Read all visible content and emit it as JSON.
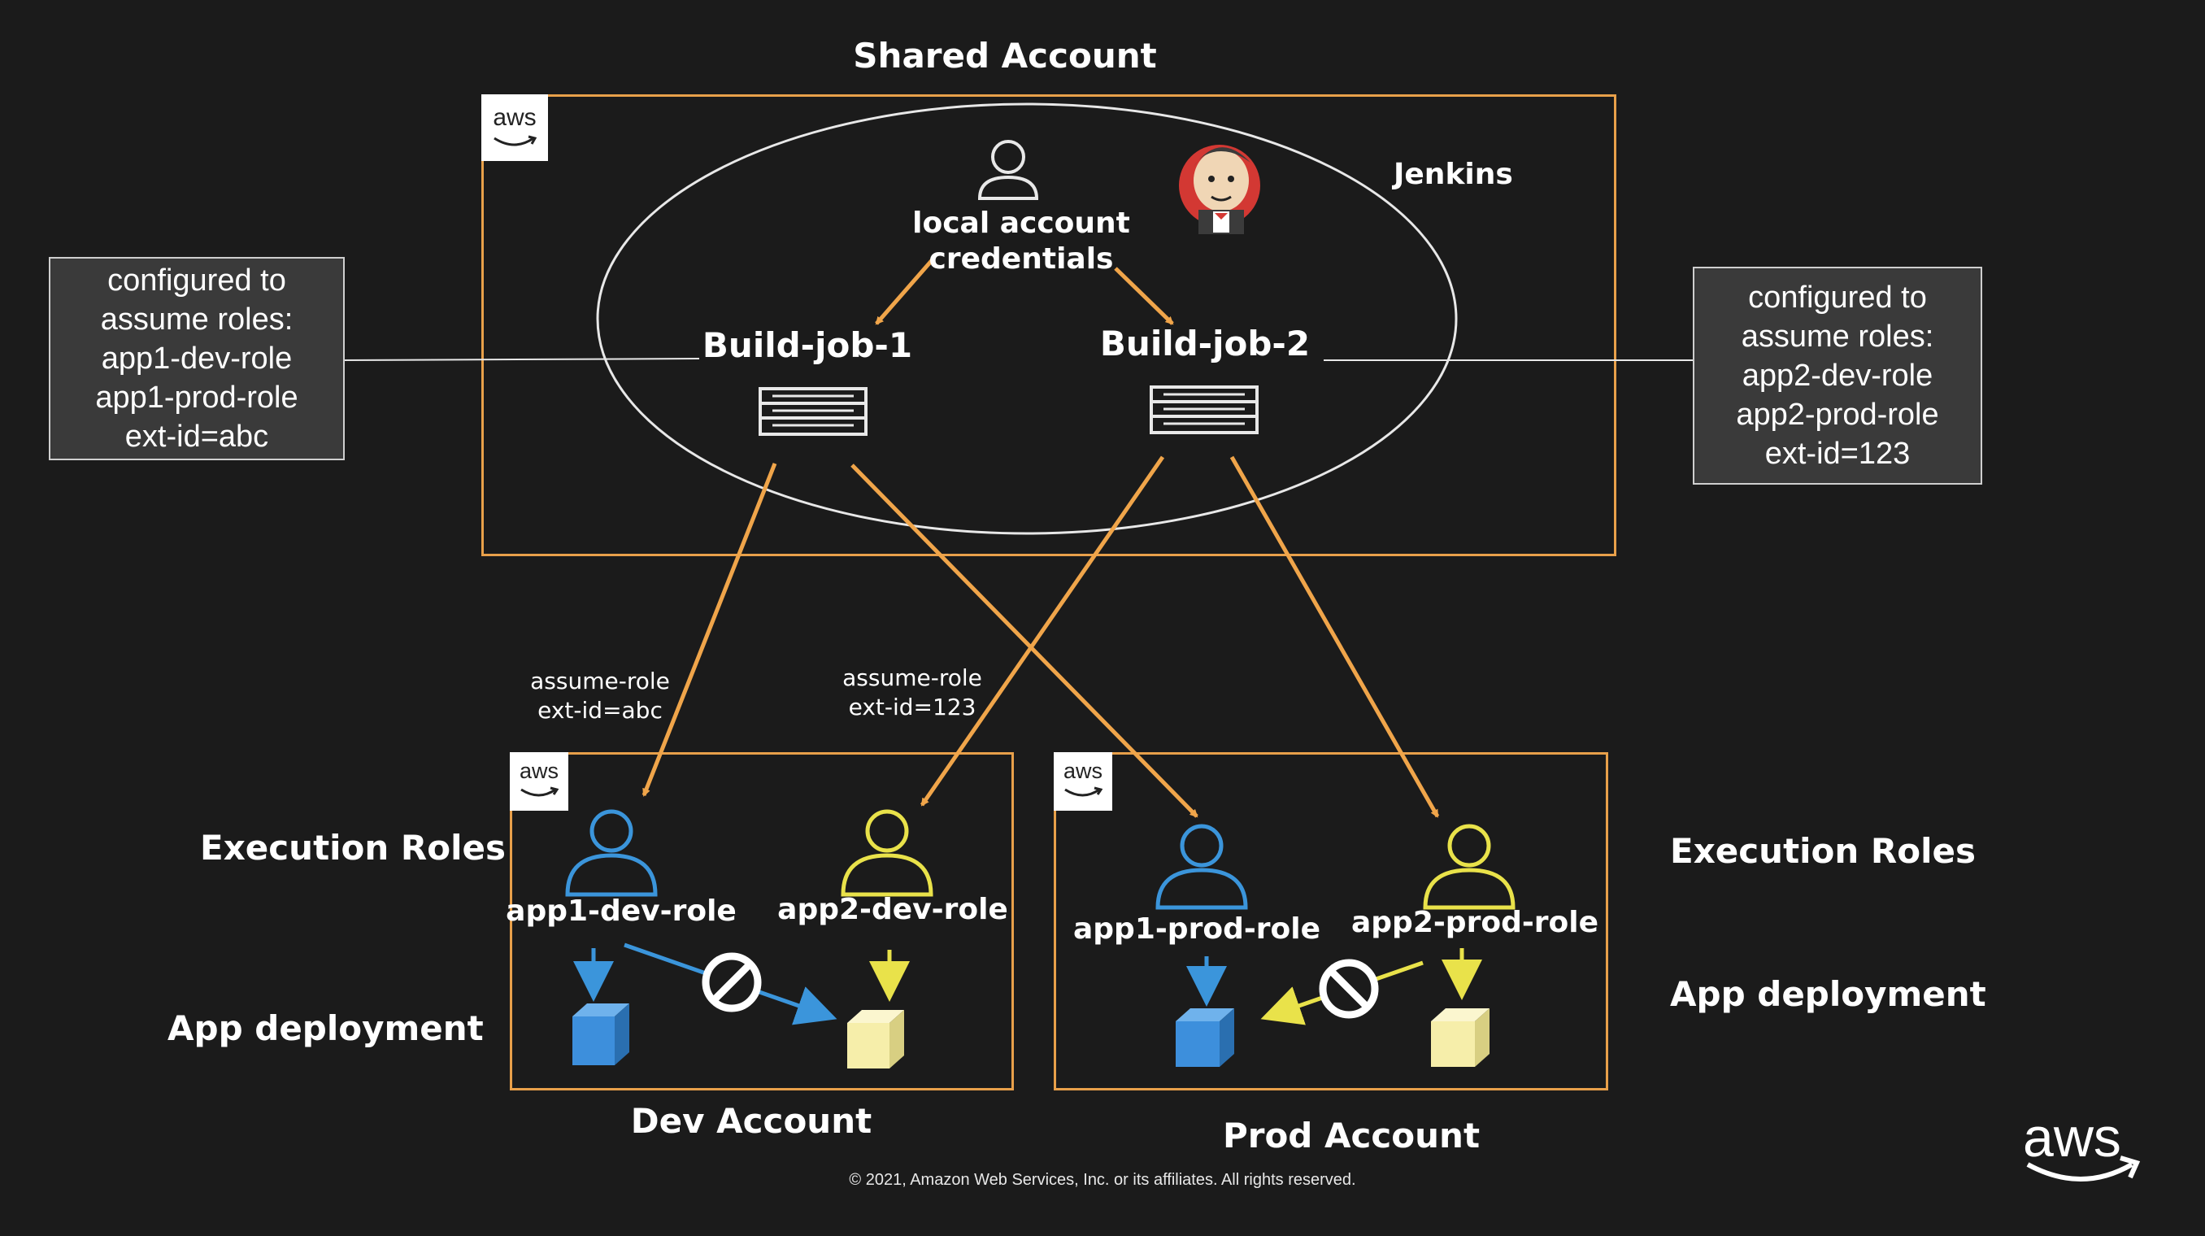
{
  "shared_account": {
    "title": "Shared Account",
    "jenkins_label": "Jenkins",
    "credentials_label_line1": "local account",
    "credentials_label_line2": "credentials",
    "build_job_1": "Build-job-1",
    "build_job_2": "Build-job-2"
  },
  "notes": {
    "left": [
      "configured to",
      "assume roles:",
      "app1-dev-role",
      "app1-prod-role",
      "ext-id=abc"
    ],
    "right": [
      "configured to",
      "assume roles:",
      "app2-dev-role",
      "app2-prod-role",
      "ext-id=123"
    ]
  },
  "edge_labels": {
    "left_line1": "assume-role",
    "left_line2": "ext-id=abc",
    "right_line1": "assume-role",
    "right_line2": "ext-id=123"
  },
  "side_labels": {
    "execution_roles_left": "Execution Roles",
    "app_deployment_left": "App deployment",
    "execution_roles_right": "Execution Roles",
    "app_deployment_right": "App deployment"
  },
  "dev_account": {
    "title": "Dev Account",
    "role_1": "app1-dev-role",
    "role_2": "app2-dev-role"
  },
  "prod_account": {
    "title": "Prod Account",
    "role_1": "app1-prod-role",
    "role_2": "app2-prod-role"
  },
  "aws_badge_text": "aws",
  "aws_logo_text": "aws",
  "copyright": "© 2021, Amazon Web Services, Inc. or its affiliates. All rights reserved.",
  "colors": {
    "background": "#1b1b1b",
    "account_border": "#e8a04a",
    "arrow_orange": "#f0a54a",
    "app1_blue": "#3b95db",
    "app2_yellow": "#e9e24a",
    "cube_blue": "#3d8fdc",
    "cube_yellow": "#f6eeaa"
  }
}
